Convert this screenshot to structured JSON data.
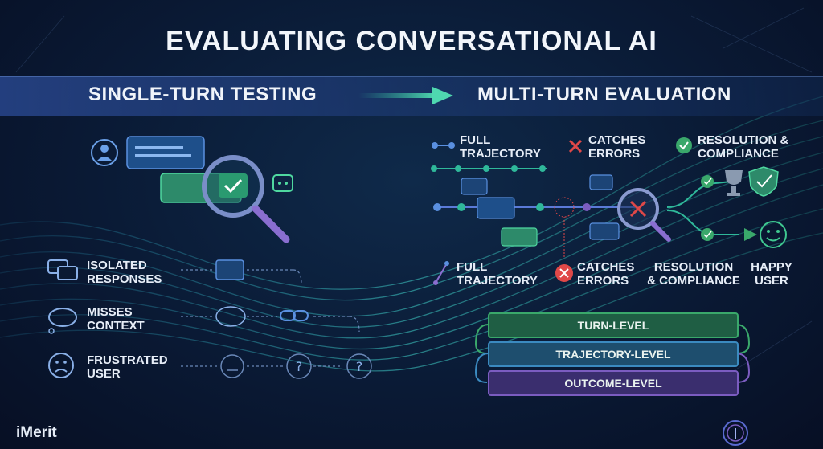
{
  "title": "EVALUATING CONVERSATIONAL AI",
  "left_heading": "SINGLE-TURN TESTING",
  "right_heading": "MULTI-TURN EVALUATION",
  "left_items": [
    {
      "line1": "ISOLATED",
      "line2": "RESPONSES"
    },
    {
      "line1": "MISSES",
      "line2": "CONTEXT"
    },
    {
      "line1": "FRUSTRATED",
      "line2": "USER"
    }
  ],
  "right_top_labels": {
    "full_trajectory": {
      "line1": "FULL",
      "line2": "TRAJECTORY"
    },
    "catches_errors": {
      "line1": "CATCHES",
      "line2": "ERRORS"
    },
    "resolution": {
      "line1": "RESOLUTION &",
      "line2": "COMPLIANCE"
    }
  },
  "right_bottom_labels": {
    "full_trajectory": {
      "line1": "FULL",
      "line2": "TRAJECTORY"
    },
    "catches_errors": {
      "line1": "CATCHES",
      "line2": "ERRORS"
    },
    "resolution": {
      "line1": "RESOLUTION",
      "line2": "& COMPLIANCE"
    },
    "happy_user": {
      "line1": "HAPPY",
      "line2": "USER"
    }
  },
  "levels": [
    "TURN-LEVEL",
    "TRAJECTORY-LEVEL",
    "OUTCOME-LEVEL"
  ],
  "logo": "iMerit",
  "colors": {
    "teal": "#2fb89a",
    "green": "#3aa86b",
    "red": "#e04848",
    "purple": "#7b5cc0",
    "blue": "#3b6fd0"
  }
}
